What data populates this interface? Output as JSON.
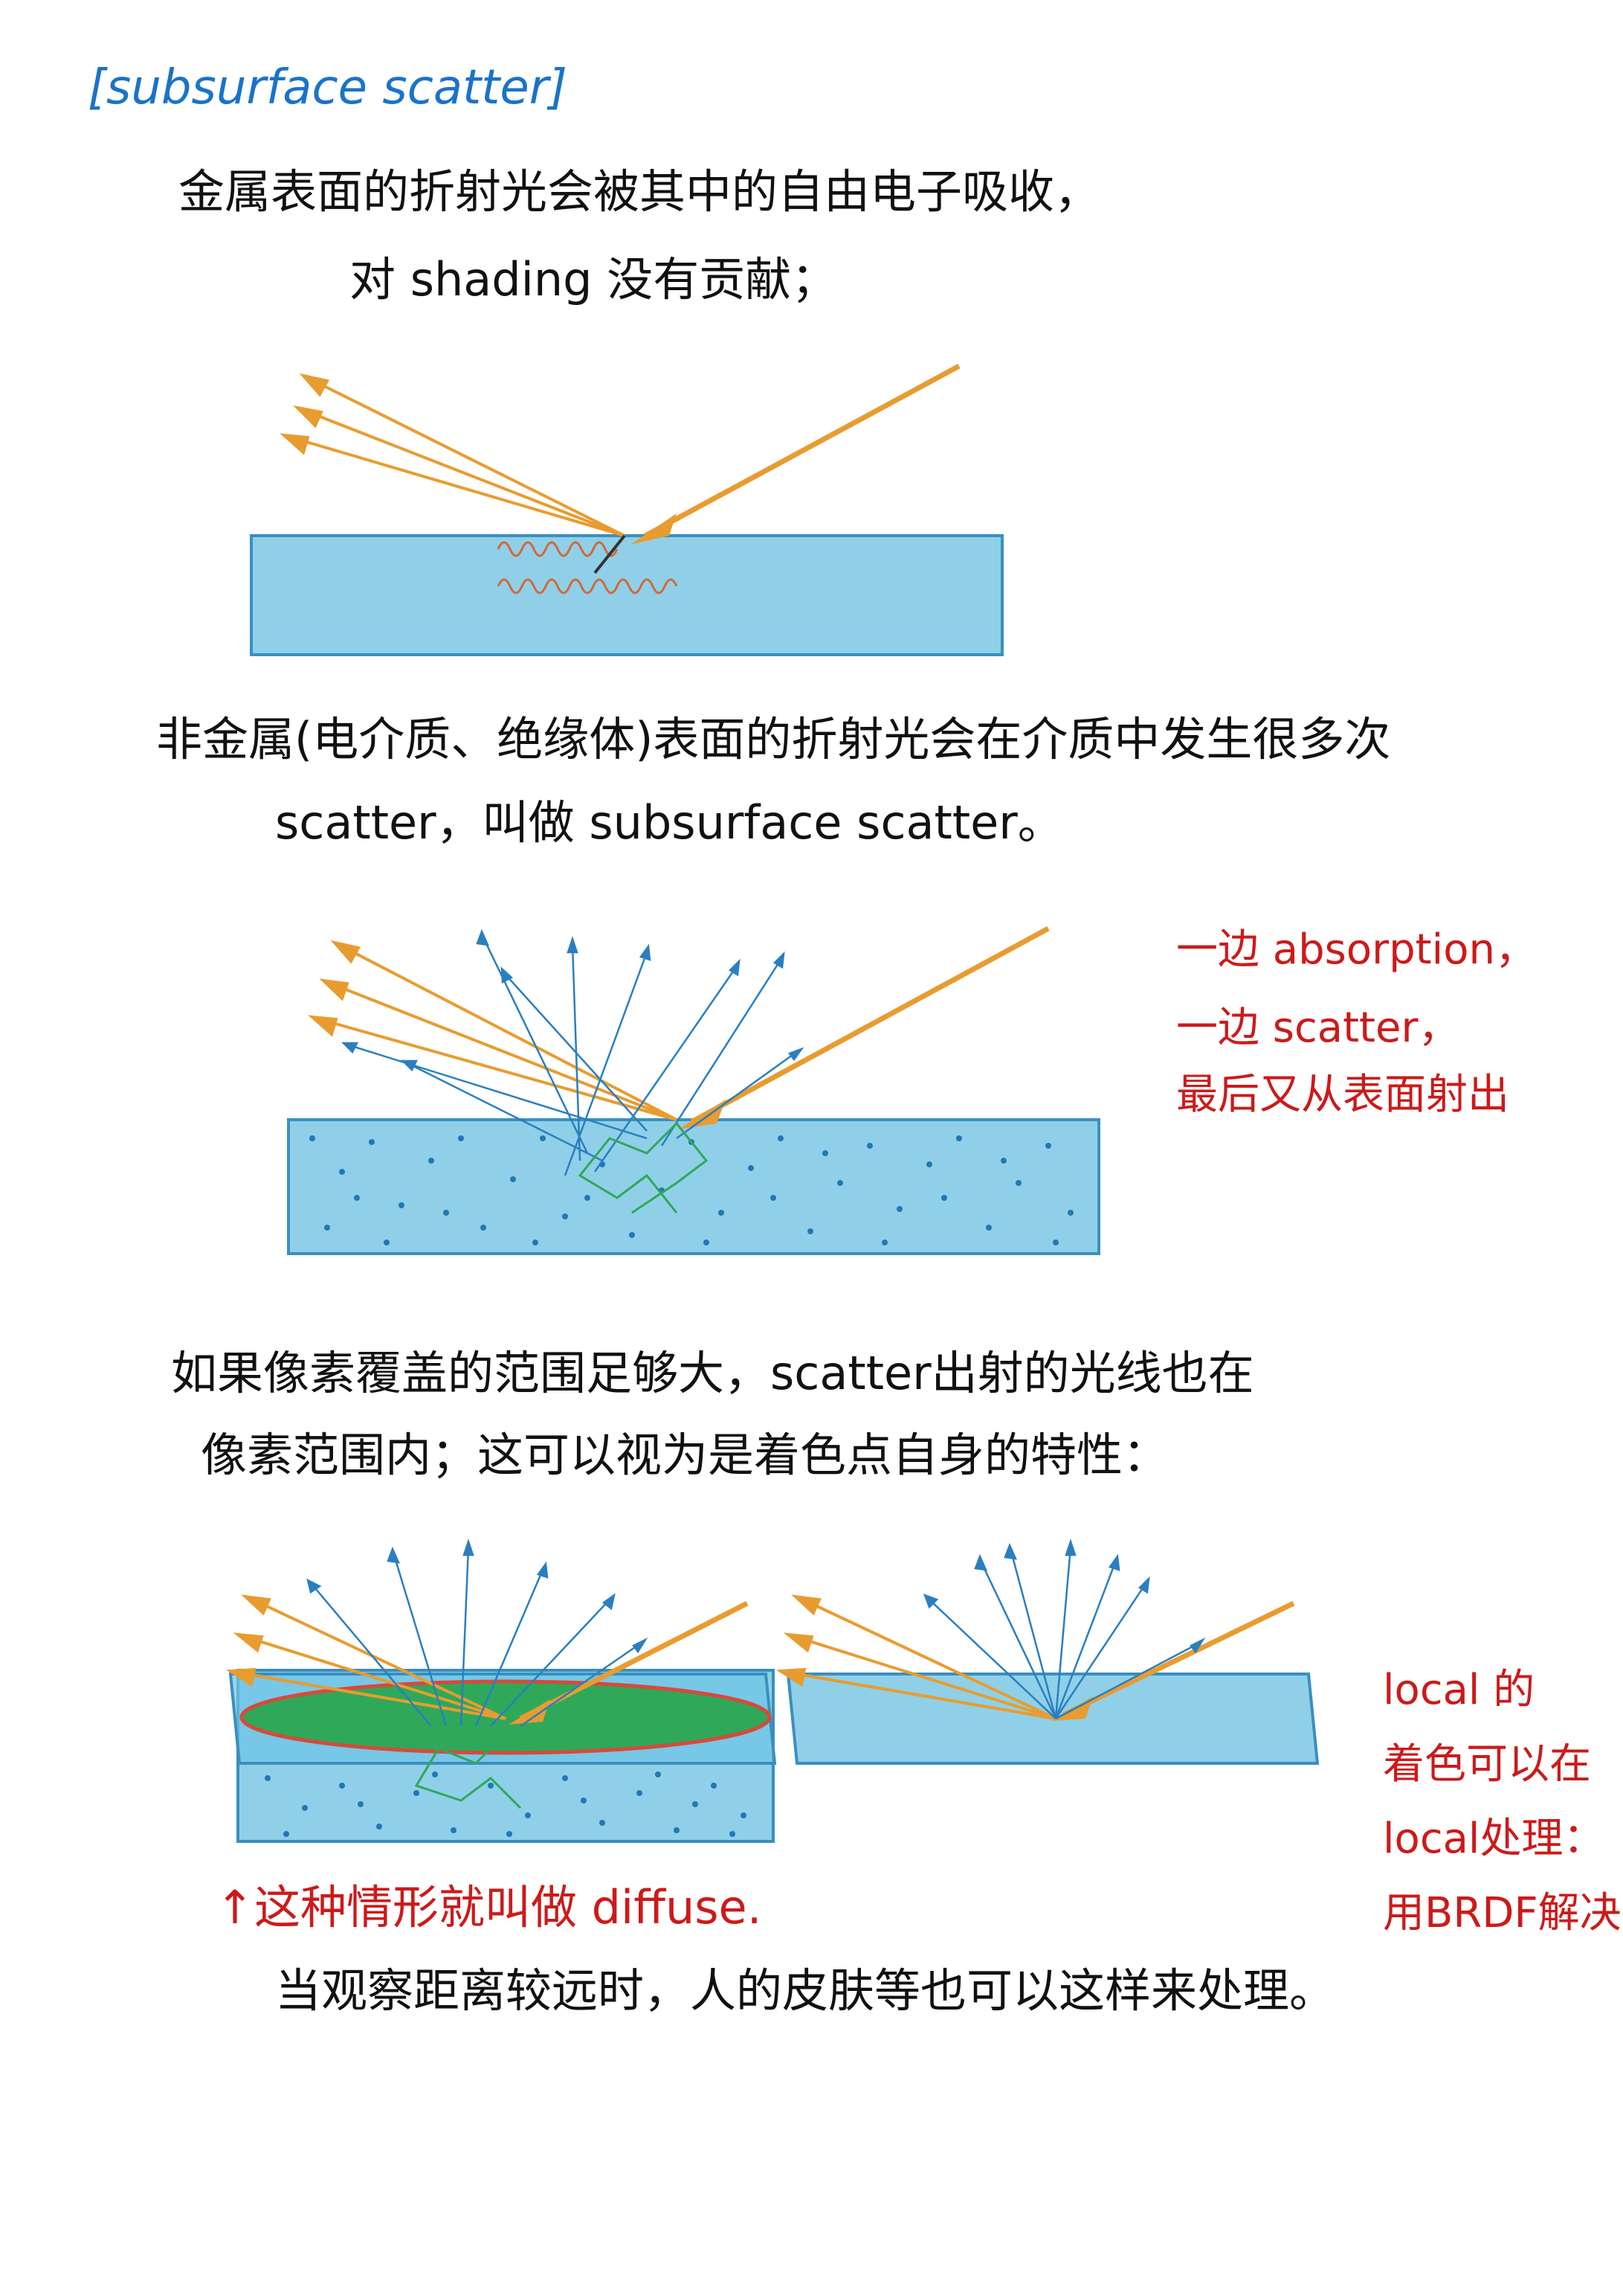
{
  "title": "[subsurface scatter]",
  "section1": {
    "line1": "金属表面的折射光会被其中的自由电子吸收，",
    "line2": "对 shading 没有贡献；"
  },
  "section2": {
    "line1": "非金属(电介质、绝缘体)表面的折射光会在介质中发生很多次",
    "line2": "scatter，叫做 subsurface scatter。"
  },
  "annotation2": {
    "line1": "一边 absorption，",
    "line2": "一边 scatter，",
    "line3": "最后又从表面射出"
  },
  "section3": {
    "line1": "如果像素覆盖的范围足够大，scatter出射的光线也在",
    "line2": "像素范围内；这可以视为是着色点自身的特性："
  },
  "annotation3": {
    "line1": "local 的",
    "line2": "着色可以在",
    "line3": "local处理：",
    "line4": "用BRDF解决"
  },
  "arrow_note": "↑这种情形就叫做 diffuse.",
  "final_note": "当观察距离较远时，人的皮肤等也可以这样来处理。",
  "colors": {
    "title_ink": "#1a73c9",
    "text_ink": "#111111",
    "annotation_ink": "#cc1a1a",
    "medium_fill": "#8fd0e8",
    "medium_edge": "#3a8fc0",
    "light_ray": "#e89c30",
    "scatter_ray": "#2a7fc0",
    "particle": "#1f78b8",
    "electron_wave": "#d2693a",
    "pixel_region": "#2fa85a",
    "pixel_outline": "#d64a3a"
  }
}
